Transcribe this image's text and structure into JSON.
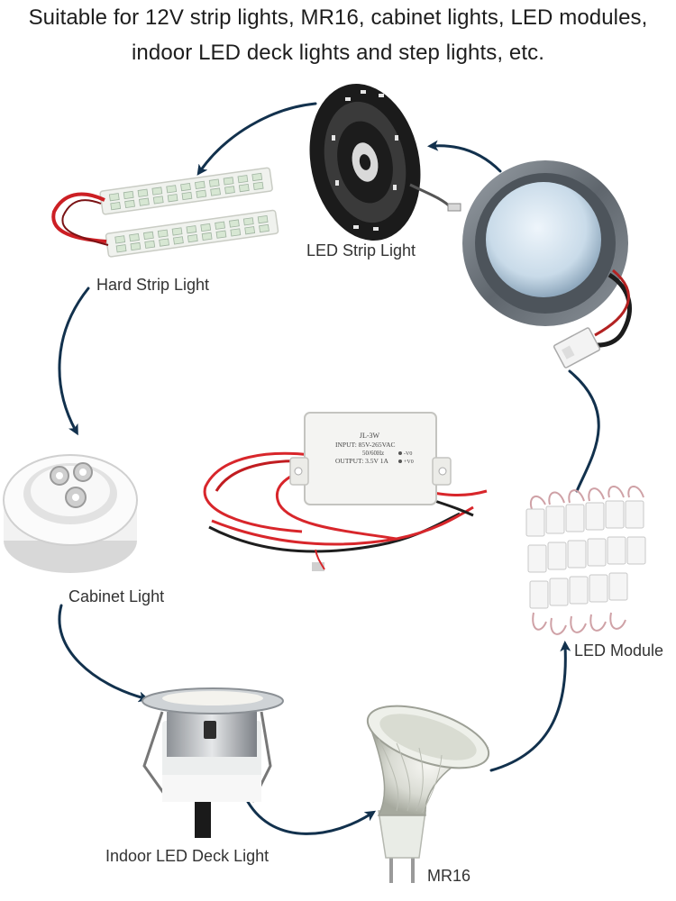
{
  "headline": {
    "line1": "Suitable for 12V strip lights, MR16, cabinet lights, LED modules,",
    "line2": "indoor LED deck lights and step lights, etc."
  },
  "labels": {
    "led_strip_light": "LED Strip Light",
    "hard_strip_light": "Hard Strip Light",
    "cabinet_light": "Cabinet Light",
    "indoor_led_deck_light": "Indoor LED Deck Light",
    "mr16": "MR16",
    "led_module": "LED Module"
  },
  "driver": {
    "model": "JL-3W",
    "input": "INPUT: 85V-265VAC",
    "freq": "50/60Hz",
    "output": "OUTPUT: 3.5V 1A",
    "minus": "-V0",
    "plus": "+V0"
  },
  "colors": {
    "arrow": "#12314d",
    "wire_red": "#d8262b",
    "wire_black": "#1e1e1e"
  }
}
